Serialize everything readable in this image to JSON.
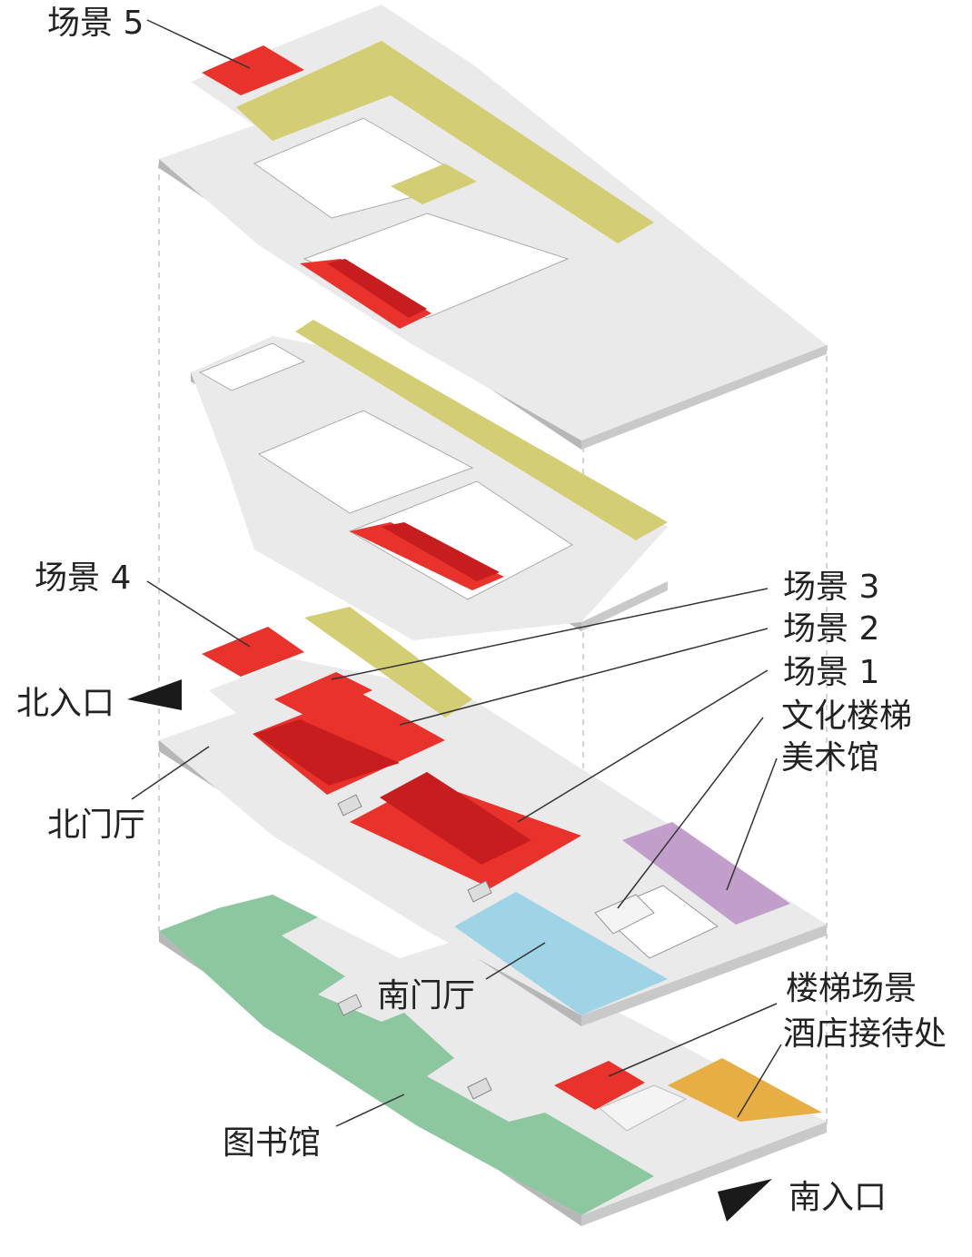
{
  "labels": {
    "scene5": "场景 5",
    "scene4": "场景 4",
    "scene3": "场景 3",
    "scene2": "场景 2",
    "scene1": "场景 1",
    "culture_stair": "文化楼梯",
    "art_museum": "美术馆",
    "north_entrance": "北入口",
    "north_hall": "北门厅",
    "south_hall": "南门厅",
    "stair_scene": "楼梯场景",
    "hotel_reception": "酒店接待处",
    "library": "图书馆",
    "south_entrance": "南入口"
  },
  "colors": {
    "floor_top": "#eaeaea",
    "floor_side": "#b7b7b7",
    "scene_red": "#e8322b",
    "scene_dark_red": "#c81d1f",
    "corridor_olive": "#d3cd74",
    "art_museum_purple": "#c29fcb",
    "south_hall_blue": "#9fd4e6",
    "library_green": "#8dc7a0",
    "hotel_orange": "#e7ae43",
    "arrow": "#1a1a1a"
  }
}
